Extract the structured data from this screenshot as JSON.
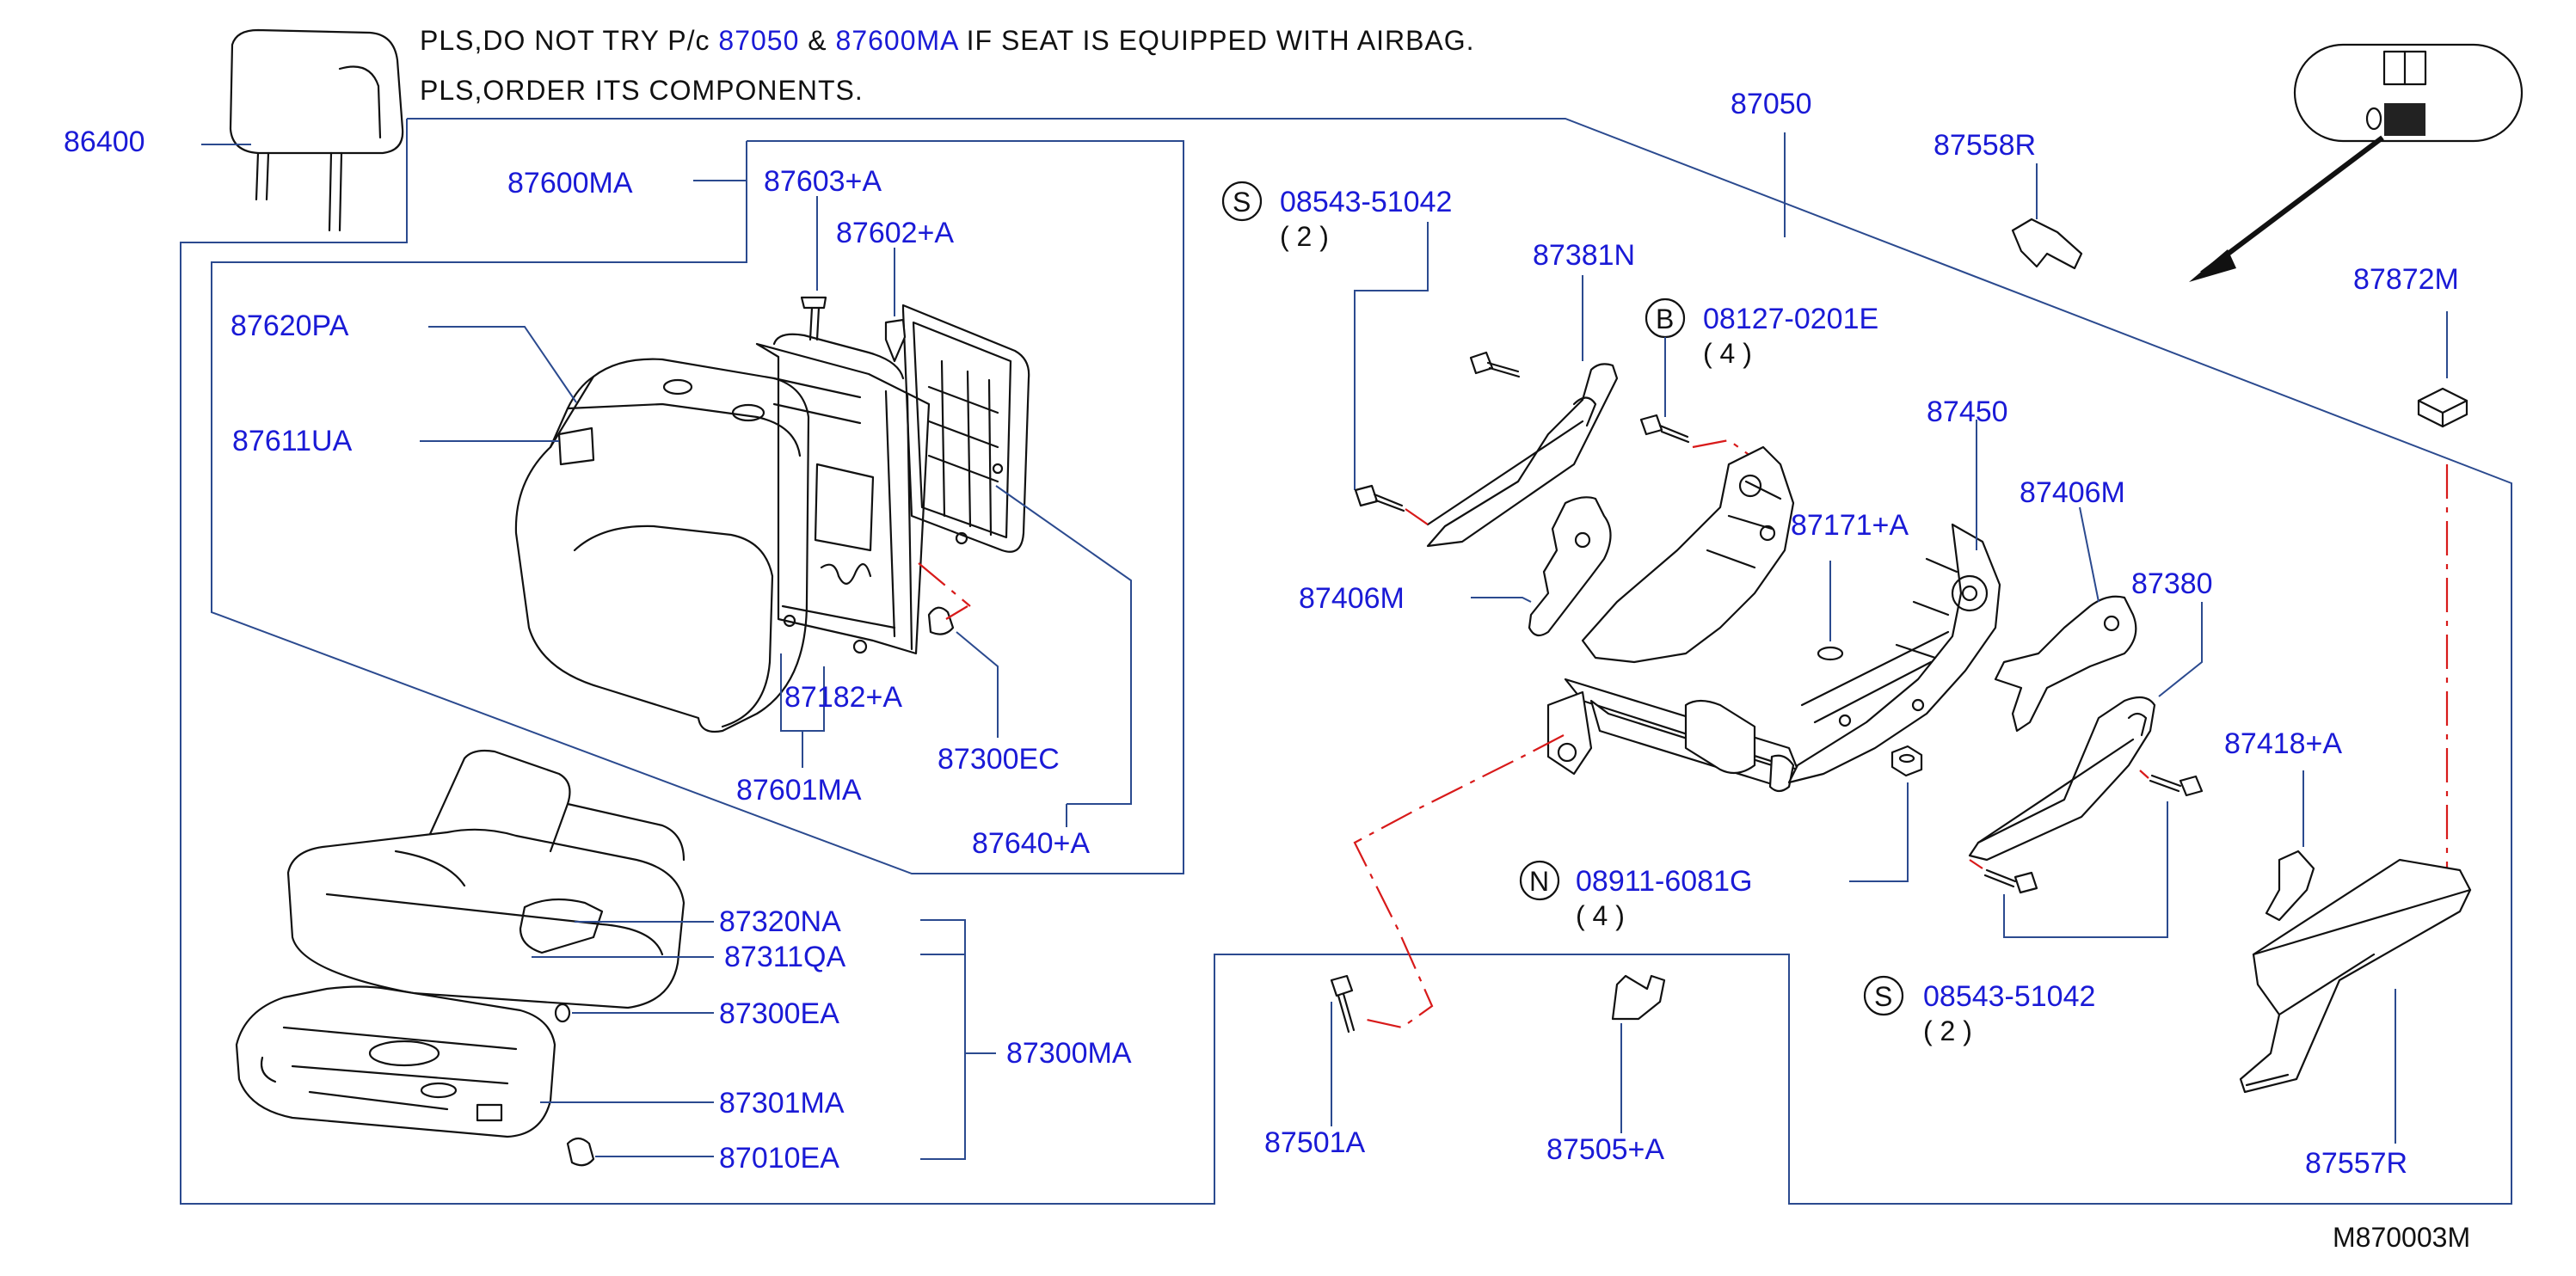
{
  "note": {
    "line1_pre": "PLS,DO NOT TRY P/c ",
    "line1_part1": "87050",
    "line1_amp": " & ",
    "line1_part2": "87600MA",
    "line1_post": " IF SEAT IS EQUIPPED WITH AIRBAG.",
    "line2": "PLS,ORDER ITS COMPONENTS."
  },
  "parts": {
    "p86400": "86400",
    "p87600MA": "87600MA",
    "p87603A": "87603+A",
    "p87602A": "87602+A",
    "p87620PA": "87620PA",
    "p87611UA": "87611UA",
    "p87182A": "87182+A",
    "p87300EC": "87300EC",
    "p87601MA": "87601MA",
    "p87640A": "87640+A",
    "p87320NA": "87320NA",
    "p87311QA": "87311QA",
    "p87300EA": "87300EA",
    "p87300MA": "87300MA",
    "p87301MA": "87301MA",
    "p87010EA": "87010EA",
    "p87050": "87050",
    "p87558R": "87558R",
    "p87872M": "87872M",
    "p87381N": "87381N",
    "p87406M_left": "87406M",
    "p87450": "87450",
    "p87406M_right": "87406M",
    "p87171A": "87171+A",
    "p87380": "87380",
    "p87418A": "87418+A",
    "p87501A": "87501A",
    "p87505A": "87505+A",
    "p87557R": "87557R"
  },
  "fasteners": {
    "s_top": {
      "symbol": "S",
      "number": "08543-51042",
      "qty": "( 2 )"
    },
    "b_mid": {
      "symbol": "B",
      "number": "08127-0201E",
      "qty": "( 4 )"
    },
    "n_nut": {
      "symbol": "N",
      "number": "08911-6081G",
      "qty": "( 4 )"
    },
    "s_bot": {
      "symbol": "S",
      "number": "08543-51042",
      "qty": "( 2 )"
    }
  },
  "diagram_code": "M870003M",
  "colors": {
    "label": "#1a1ad6",
    "leader": "#2b4a8f",
    "dash": "#d81a1a",
    "drawing": "#111111"
  }
}
